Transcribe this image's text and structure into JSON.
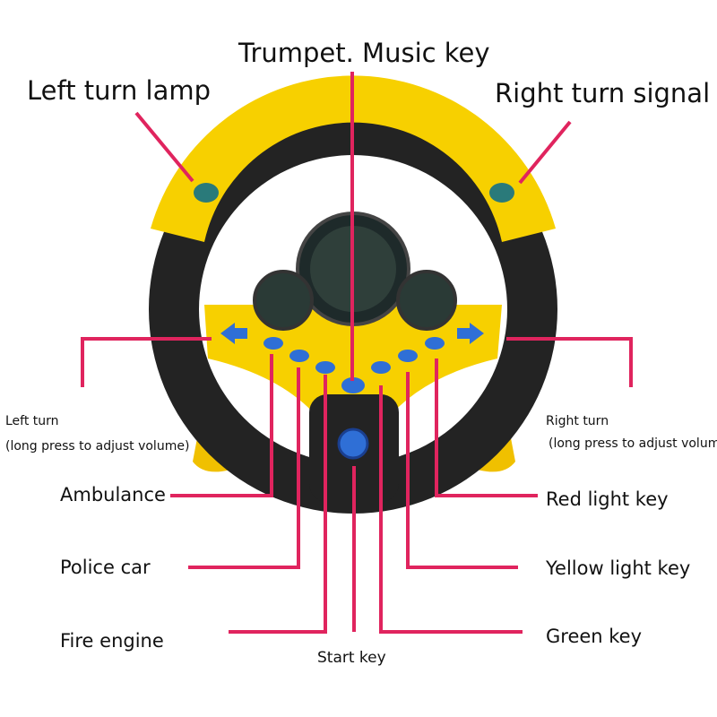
{
  "labels": {
    "trumpet": "Trumpet. Music key",
    "left_turn_lamp": "Left turn lamp",
    "right_turn_signal": "Right turn signal",
    "left_turn": "Left turn",
    "left_turn_note": "(long press to adjust volume)",
    "right_turn": "Right turn",
    "right_turn_note": "(long press to adjust volume)",
    "ambulance": "Ambulance",
    "police_car": "Police car",
    "fire_engine": "Fire engine",
    "start_key": "Start key",
    "red_light_key": "Red light key",
    "yellow_light_key": "Yellow light key",
    "green_key": "Green key"
  },
  "colors": {
    "line": "#e0245e",
    "yellow": "#f5d20a",
    "black": "#222222",
    "button_blue": "#2f6fd6"
  }
}
